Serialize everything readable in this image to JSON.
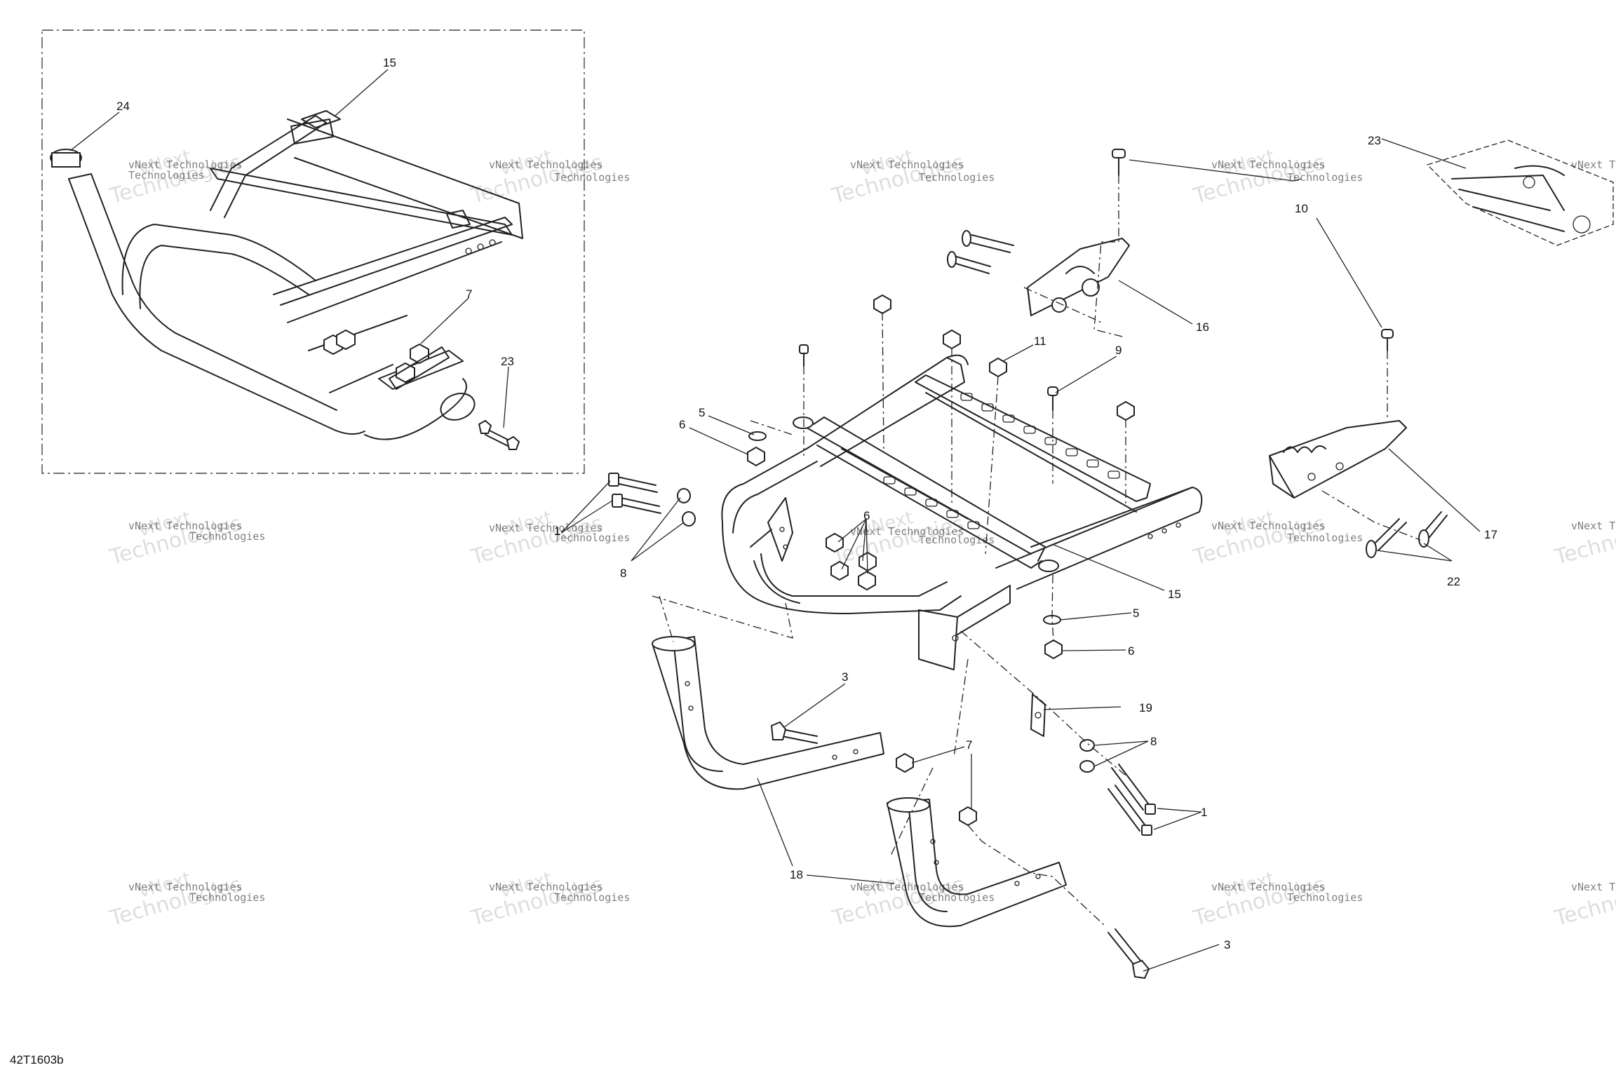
{
  "drawing_code": "42T1603b",
  "watermark": {
    "line1": "vNext Technologies",
    "line2": "vNext",
    "line3": "Technologies"
  },
  "callouts": {
    "c24": "24",
    "c15a": "15",
    "c7a": "7",
    "c23a": "23",
    "c23b": "23",
    "c10": "10",
    "c16": "16",
    "c11": "11",
    "c9": "9",
    "c5a": "5",
    "c6a": "6",
    "c1a": "1",
    "c8a": "8",
    "c6b": "6",
    "c15b": "15",
    "c17": "17",
    "c22": "22",
    "c5b": "5",
    "c6c": "6",
    "c19": "19",
    "c8b": "8",
    "c1b": "1",
    "c3a": "3",
    "c7b": "7",
    "c18": "18",
    "c3b": "3"
  }
}
